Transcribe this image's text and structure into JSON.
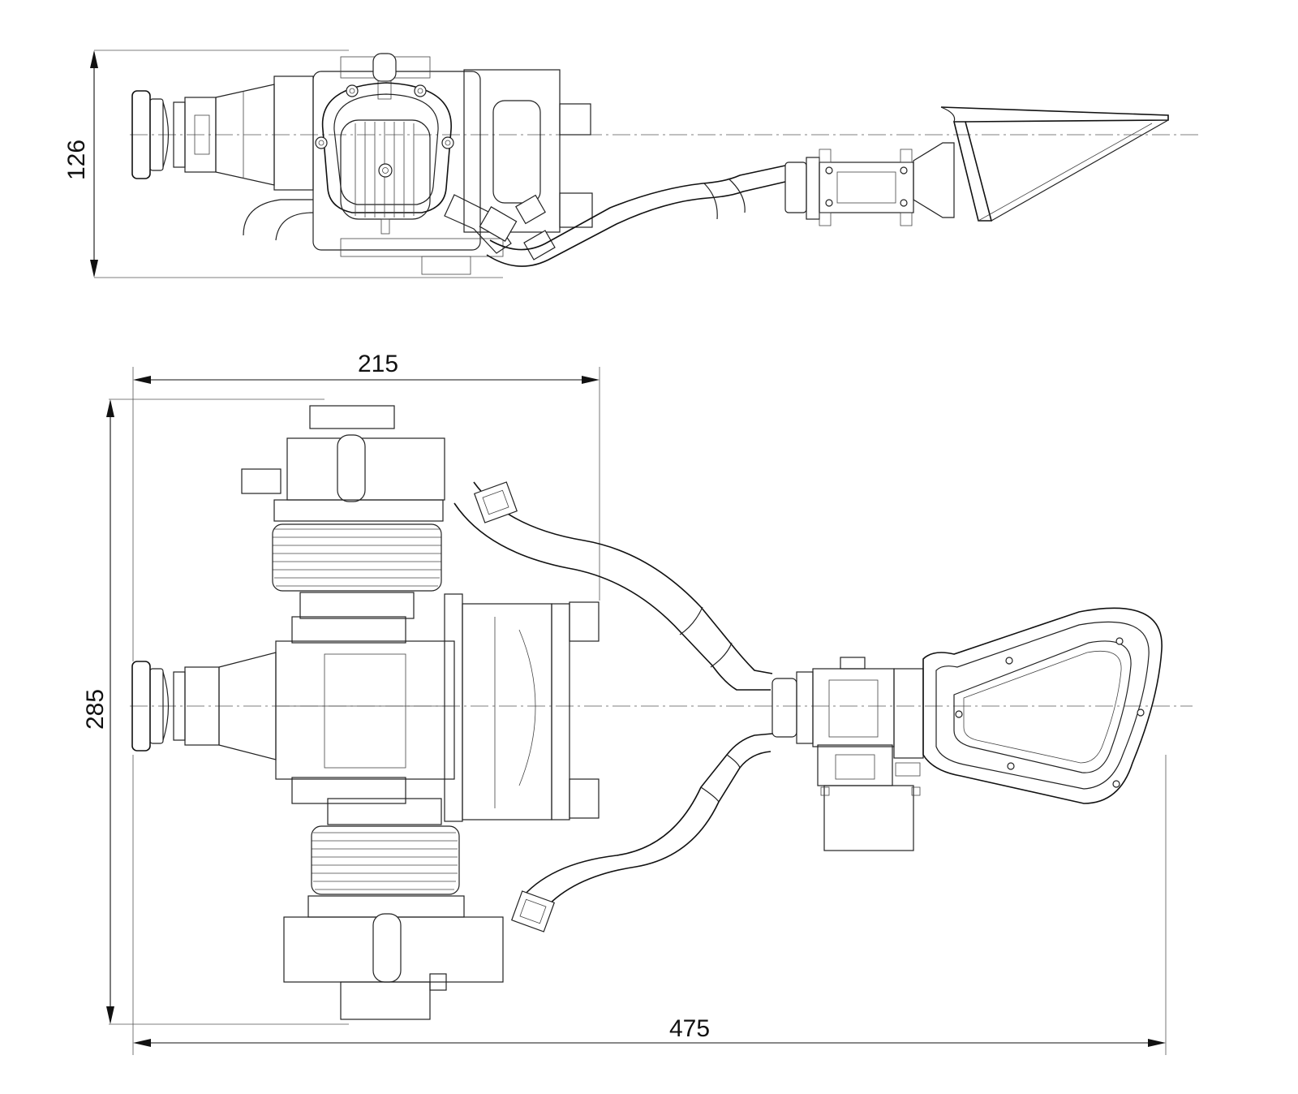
{
  "dimensions": {
    "side_height": "126",
    "cylinder_span": "215",
    "plan_height": "285",
    "overall_length": "475"
  }
}
